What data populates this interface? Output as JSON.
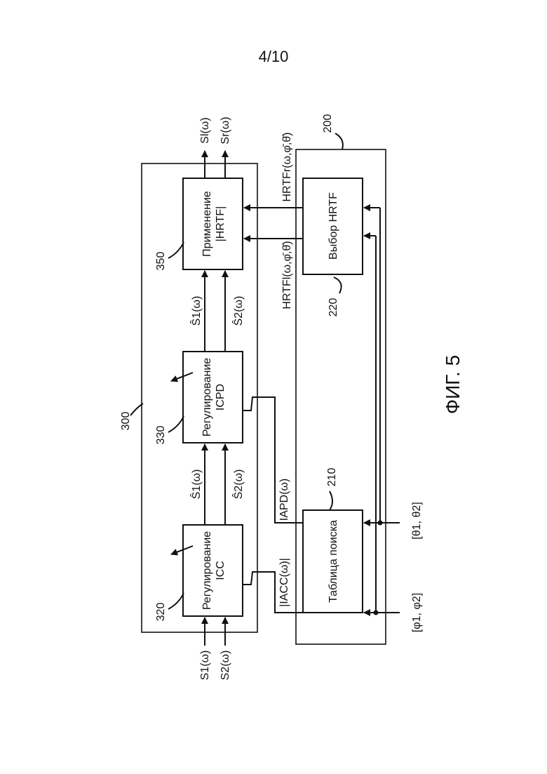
{
  "page_number": "4/10",
  "figure_label": "ФИГ. 5",
  "blocks": {
    "icc": {
      "ref": "320",
      "label_line1": "Регулирование",
      "label_line2": "ICC"
    },
    "icpd": {
      "ref": "330",
      "label_line1": "Регулирование",
      "label_line2": "ICPD"
    },
    "hrtf_apply": {
      "ref": "350",
      "label_line1": "Применение",
      "label_line2": "|HRTF|"
    },
    "lookup": {
      "ref": "210",
      "label": "Таблица поиска"
    },
    "hrtf_select": {
      "ref": "220",
      "label": "Выбор HRTF"
    },
    "group_300": {
      "ref": "300"
    },
    "group_200": {
      "ref": "200"
    }
  },
  "signals": {
    "in1": "S1(ω)",
    "in2": "S2(ω)",
    "mid1_top": "Ŝ1(ω)",
    "mid1_bot": "Ŝ2(ω)",
    "mid2_top": "Ŝ1(ω)",
    "mid2_bot": "Ŝ2(ω)",
    "out_l": "Sl(ω)",
    "out_r": "Sr(ω)",
    "iacc": "|IACC(ω)|",
    "iapd": "IAPD(ω)",
    "hrtf_r": "HRTFr(ω,φ̄,θ̄)",
    "hrtf_l": "HRTFl(ω,φ̄,θ̄)",
    "phi": "[φ1, φ2]",
    "theta": "[θ1, θ2]"
  }
}
